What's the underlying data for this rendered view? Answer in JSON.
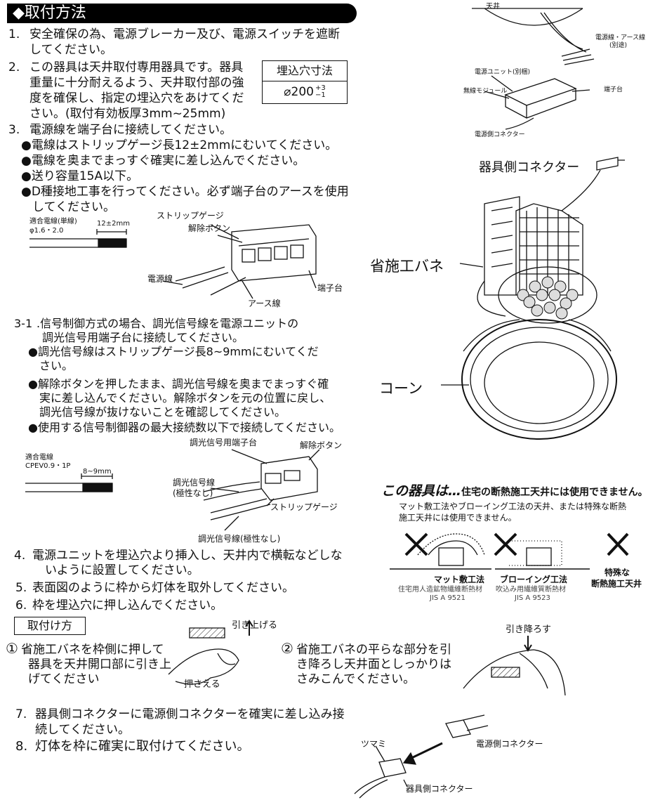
{
  "title": "◆取付方法",
  "steps": {
    "s1_num": "1.",
    "s1_l1": "安全確保の為、電源ブレーカー及び、電源スイッチを遮断",
    "s1_l2": "してください。",
    "s2_num": "2.",
    "s2_l1": "この器具は天井取付専用器具です。器具",
    "s2_l2": "重量に十分耐えるよう、天井取付部の強",
    "s2_l3": "度を確保し、指定の埋込穴をあけてくだ",
    "s2_l4": "さい。(取付有効板厚3mm~25mm)",
    "hole_label": "埋込穴寸法",
    "hole_value": "⌀200",
    "hole_tol_plus": "+3",
    "hole_tol_minus": "−1",
    "s3_num": "3.",
    "s3_l1": "電源線を端子台に接続してください。",
    "s3_b1": "●電線はストリップゲージ長12±2mmにむいてください。",
    "s3_b2": "●電線を奥までまっすぐ確実に差し込んでください。",
    "s3_b3": "●送り容量15A以下。",
    "s3_b4a": "●D種接地工事を行ってください。必ず端子台のアースを使用",
    "s3_b4b": "してください。",
    "s31_num": "3-1",
    "s31_l1": ".信号制御方式の場合、調光信号線を電源ユニットの",
    "s31_l2": "調光信号用端子台に接続してください。",
    "s31_b1a": "●調光信号線はストリップゲージ長8~9mmにむいてくだ",
    "s31_b1b": "さい。",
    "s31_b2a": "●解除ボタンを押したまま、調光信号線を奥までまっすぐ確",
    "s31_b2b": "実に差し込んでください。解除ボタンを元の位置に戻し、",
    "s31_b2c": "調光信号線が抜けないことを確認してください。",
    "s31_b3": "●使用する信号制御器の最大接続数以下で接続してください。",
    "s4_num": "4.",
    "s4_l1": "電源ユニットを埋込穴より挿入し、天井内で横転などしな",
    "s4_l2": "いように設置してください。",
    "s5_num": "5.",
    "s5_l1": "表面図のように枠から灯体を取外してください。",
    "s6_num": "6.",
    "s6_l1": "枠を埋込穴に押し込んでください。",
    "s7_num": "7.",
    "s7_l1": "器具側コネクターに電源側コネクターを確実に差し込み接",
    "s7_l2": "続してください。",
    "s8_num": "8.",
    "s8_l1": "灯体を枠に確実に取付けてください。"
  },
  "wire_diagram": {
    "wire_spec_1": "適合電線(単線)",
    "wire_spec_2": "φ1.6・2.0",
    "strip_len": "12±2mm",
    "strip_gauge": "ストリップゲージ",
    "release_btn": "解除ボタン",
    "power_wire": "電源線",
    "earth_wire": "アース線",
    "terminal": "端子台"
  },
  "signal_diagram": {
    "wire_spec_1": "適合電線",
    "wire_spec_2": "CPEV0.9・1P",
    "strip_len": "8~9mm",
    "signal_terminal": "調光信号用端子台",
    "release_btn": "解除ボタン",
    "signal_wire_1": "調光信号線",
    "signal_wire_2": "(極性なし)",
    "strip_gauge": "ストリップゲージ",
    "signal_wire_bottom": "調光信号線(極性なし)"
  },
  "install": {
    "heading": "取付け方",
    "step1_num": "①",
    "step1_l1": "省施工バネを枠側に押して",
    "step1_l2": "器具を天井開口部に引き上",
    "step1_l3": "げてください",
    "pull_up": "引き上げる",
    "press": "押さえる",
    "step2_num": "②",
    "step2_l1": "省施工バネの平らな部分を引",
    "step2_l2": "き降ろし天井面としっかりは",
    "step2_l3": "さみこんでください。",
    "pull_down": "引き降ろす"
  },
  "top_right": {
    "ceiling": "天井",
    "power_line_1": "電源線・アース線",
    "power_line_2": "(別途)",
    "power_unit": "電源ユニット(別梱)",
    "dim_module": "無線モジュール",
    "terminal": "端子台",
    "source_connector": "電源側コネクター"
  },
  "fixture": {
    "device_connector": "器具側コネクター",
    "spring": "省施工バネ",
    "cone": "コーン"
  },
  "warning": {
    "title_bold": "この器具は…",
    "title_rest": "住宅の断熱施工天井には使用できません。",
    "line1": "マット敷工法やブローイング工法の天井、または特殊な断熱",
    "line2": "施工天井には使用できません。",
    "mat_title": "マット敷工法",
    "mat_sub1": "住宅用人造鉱物繊維断熱材",
    "mat_sub2": "JIS A 9521",
    "blow_title": "ブローイング工法",
    "blow_sub1": "吹込み用繊維質断熱材",
    "blow_sub2": "JIS A 9523",
    "special_1": "特殊な",
    "special_2": "断熱施工天井"
  },
  "connector": {
    "tab": "ツマミ",
    "source_connector": "電源側コネクター",
    "device_connector": "器具側コネクター"
  }
}
